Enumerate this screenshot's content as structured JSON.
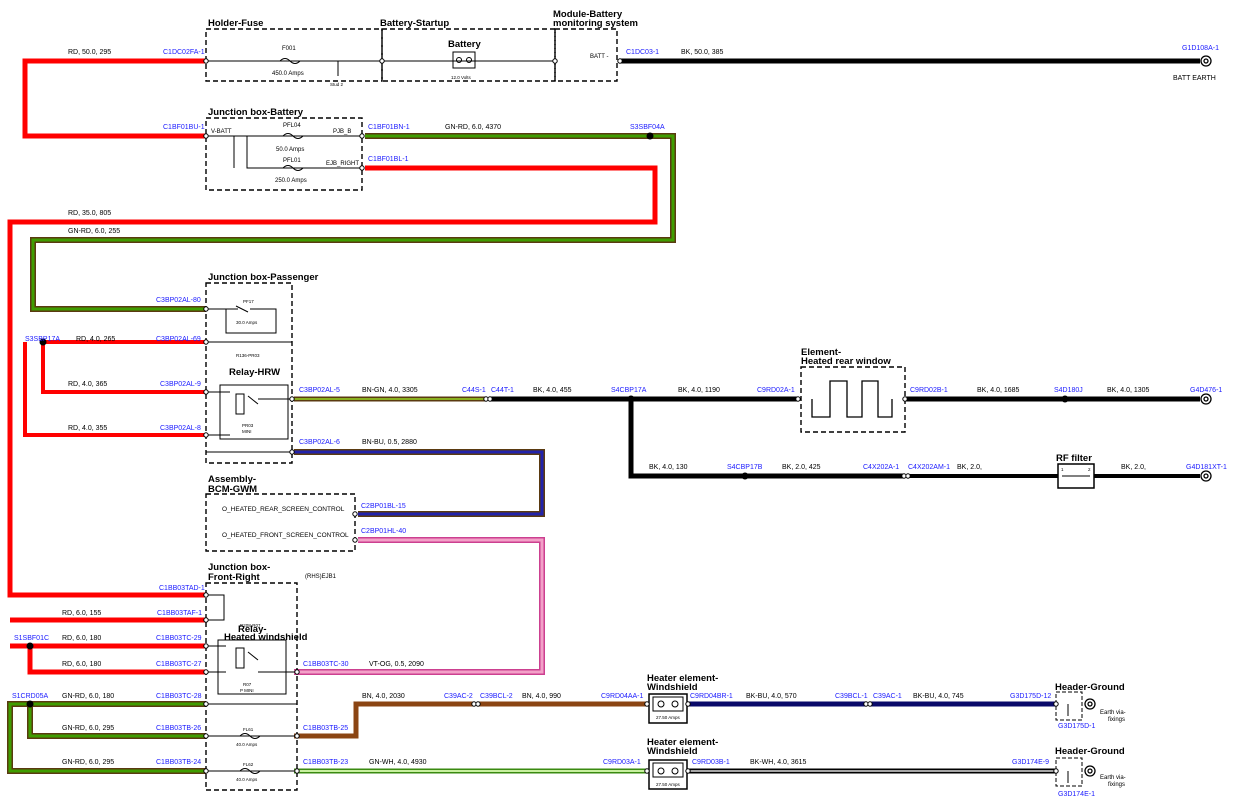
{
  "boxes": {
    "holder_fuse": "Holder-Fuse",
    "battery_startup": "Battery-Startup",
    "module_battery_1": "Module-Battery",
    "module_battery_2": "monitoring system",
    "jb_battery": "Junction box-Battery",
    "jb_passenger": "Junction box-Passenger",
    "relay_hrw": "Relay-HRW",
    "bcm_1": "Assembly-",
    "bcm_2": "BCM-GWM",
    "jb_front_1": "Junction box-",
    "jb_front_2": "Front-Right",
    "relay_hw_1": "Relay-",
    "relay_hw_2": "Heated windshield",
    "element_hrw_1": "Element-",
    "element_hrw_2": "Heated rear window",
    "rf_filter": "RF filter",
    "heater_ws1_1": "Heater element-",
    "heater_ws1_2": "Windshield",
    "heater_ws2_1": "Heater element-",
    "heater_ws2_2": "Windshield",
    "header_ground_1": "Header-Ground",
    "header_ground_2": "Header-Ground",
    "battery": "Battery"
  },
  "components": {
    "f001": "F001",
    "f001_amps": "450.0 Amps",
    "stud": "Stud 2",
    "battery_volts": "12.0 Volts",
    "batt_minus": "BATT -",
    "batt_earth": "BATT EARTH",
    "v_batt": "V-BATT",
    "pfl04": "PFL04",
    "pfl04_amps": "50.0 Amps",
    "pfl01": "PFL01",
    "pfl01_amps": "250.0 Amps",
    "pjb_b": "PJB_B",
    "ejb_right": "EJB_RIGHT",
    "pf17": "PF17",
    "pf17_amps": "30.0 Amps",
    "r136": "R136-PR03",
    "pr03": "PR03",
    "pr03_type": "MINI",
    "sig_rear": "O_HEATED_REAR_SCREEN_CONTROL",
    "sig_front": "O_HEATED_FRONT_SCREEN_CONTROL",
    "rhs_ejb": "(RHS)EJB1",
    "r208": "R208-R07",
    "r07": "R07",
    "r07_type": "P MINI",
    "fl61": "FL61",
    "fl61_amps": "40.0 Amps",
    "fl62": "FL62",
    "fl62_amps": "40.0 Amps",
    "heater_amps_1": "27.50 Amps",
    "heater_amps_2": "27.50 Amps",
    "earth_1": "Earth via-",
    "earth_1b": "fixings",
    "earth_2": "Earth via-",
    "earth_2b": "fixings",
    "rf_pin1": "1",
    "rf_pin2": "2"
  },
  "connectors": {
    "c1dc02fa": "C1DC02FA-1",
    "c1dc03": "C1DC03-1",
    "g1d108a": "G1D108A-1",
    "c1bf01bu": "C1BF01BU-1",
    "c1bf01bn": "C1BF01BN-1",
    "s3sbf04a": "S3SBF04A",
    "c1bf01bl": "C1BF01BL-1",
    "c3bp02al80": "C3BP02AL-80",
    "s3sbp17a": "S3SBP17A",
    "c3bp02al69": "C3BP02AL-69",
    "c3bp02al9": "C3BP02AL-9",
    "c3bp02al8": "C3BP02AL-8",
    "c3bp02al5": "C3BP02AL-5",
    "c3bp02al6": "C3BP02AL-6",
    "c44s": "C44S-1",
    "c44t": "C44T-1",
    "s4cbp17a": "S4CBP17A",
    "c9rd02a": "C9RD02A-1",
    "c9rd02b": "C9RD02B-1",
    "s4d180j": "S4D180J",
    "g4d476": "G4D476-1",
    "s4cbp17b": "S4CBP17B",
    "c4x202a": "C4X202A-1",
    "c4x202am": "C4X202AM-1",
    "g4d181xt": "G4D181XT-1",
    "c2bp01bl": "C2BP01BL-15",
    "c2bp01hl": "C2BP01HL-40",
    "c1bb03ta": "C1BB03TAD-1",
    "c1bb03taf": "C1BB03TAF-1",
    "s1sbf01c": "S1SBF01C",
    "c1bb03tc29": "C1BB03TC-29",
    "c1bb03tc27": "C1BB03TC-27",
    "c1bb03tc30": "C1BB03TC-30",
    "s1crd05a": "S1CRD05A",
    "c1bb03tc28": "C1BB03TC-28",
    "c1bb03tb26": "C1BB03TB-26",
    "c1bb03tb25": "C1BB03TB-25",
    "c1bb03tb24": "C1BB03TB-24",
    "c1bb03tb23": "C1BB03TB-23",
    "c39ac2": "C39AC-2",
    "c39bcl2": "C39BCL-2",
    "c9rd04aa": "C9RD04AA-1",
    "c9rd04br": "C9RD04BR-1",
    "c39bcl1": "C39BCL-1",
    "c39ac1": "C39AC-1",
    "g3d175d": "G3D175D-12",
    "c9rd03a": "C9RD03A-1",
    "c9rd03b": "C9RD03B-1",
    "g3d174e": "G3D174E-9",
    "gnd1": "G3D175D-1",
    "gnd2": "G3D174E-1"
  },
  "wires": {
    "w1": "RD, 50.0, 295",
    "w2": "BK, 50.0, 385",
    "w3": "GN-RD, 6.0, 4370",
    "w4": "RD, 35.0, 805",
    "w5": "GN-RD, 6.0, 255",
    "w6": "RD, 4.0, 265",
    "w7": "RD, 4.0, 365",
    "w8": "RD, 4.0, 355",
    "w9": "BN-GN, 4.0, 3305",
    "w10": "BK, 4.0, 455",
    "w11": "BK, 4.0, 1190",
    "w12": "BK, 4.0, 1685",
    "w13": "BK, 4.0, 1305",
    "w14": "BN-BU, 0.5, 2880",
    "w15": "BK, 4.0, 130",
    "w16": "BK, 2.0, 425",
    "w17": "BK, 2.0,",
    "w18": "BK, 2.0,",
    "w19": "RD, 6.0, 155",
    "w20": "RD, 6.0, 180",
    "w21": "RD, 6.0, 180",
    "w22": "VT-OG, 0.5, 2090",
    "w23": "GN-RD, 6.0, 180",
    "w24": "BN, 4.0, 2030",
    "w25": "BN, 4.0, 990",
    "w26": "BK-BU, 4.0, 570",
    "w27": "BK-BU, 4.0, 745",
    "w28": "GN-RD, 6.0, 295",
    "w29": "GN-RD, 6.0, 295",
    "w30": "GN-WH, 4.0, 4930",
    "w31": "BK-WH, 4.0, 3615"
  },
  "colors": {
    "red": "#ff0000",
    "black": "#000000",
    "green": "#2e8b00",
    "brown": "#8b4513",
    "blue": "#1a1a9c",
    "pink": "#e870a8",
    "light_green": "#66cc33",
    "label_blue": "#1a1aff"
  }
}
